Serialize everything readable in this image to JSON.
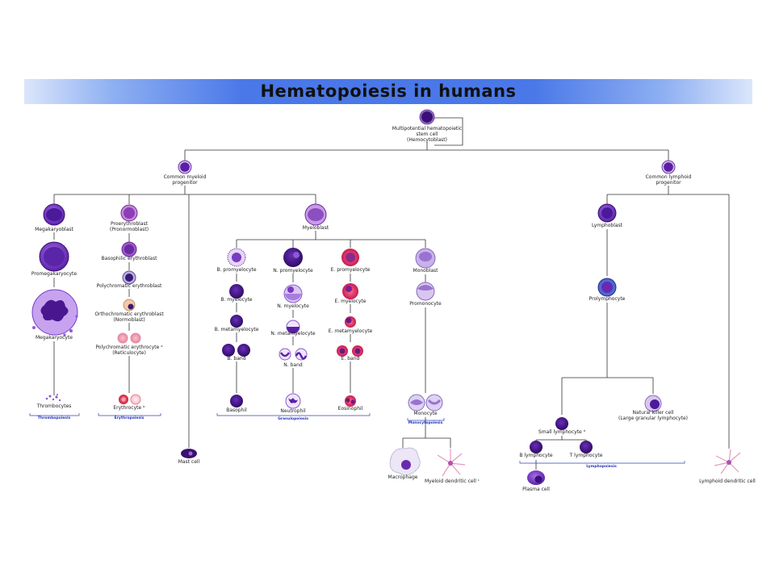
{
  "title": "Hematopoiesis in humans",
  "nodes": {
    "stem": [
      "Multipotential hematopoietic",
      "stem cell",
      "(Hemocytoblast)"
    ],
    "cmp": [
      "Common myeloid",
      "progenitor"
    ],
    "clp": [
      "Common lymphoid",
      "progenitor"
    ],
    "megakaryoblast": [
      "Megakaryoblast"
    ],
    "promegakaryocyte": [
      "Promegakaryocyte"
    ],
    "megakaryocyte": [
      "Megakaryocyte"
    ],
    "thrombocytes": [
      "Thrombocytes"
    ],
    "proerythroblast": [
      "Proerythroblast",
      "(Pronormoblast)"
    ],
    "basophilic_erythroblast": [
      "Basophilic erythroblast"
    ],
    "polychromatic_erythroblast": [
      "Polychromatic erythroblast"
    ],
    "orthochromatic_erythroblast": [
      "Orthochromatic erythroblast",
      "(Normoblast)"
    ],
    "reticulocyte": [
      "Polychromatic erythrocyte ᵃ",
      "(Reticulocyte)"
    ],
    "erythrocyte": [
      "Erythrocyte ᵇ"
    ],
    "mast_cell": [
      "Mast cell"
    ],
    "myeloblast": [
      "Myeloblast"
    ],
    "b_promyelocyte": [
      "B. promyelocyte"
    ],
    "b_myelocyte": [
      "B. myelocyte"
    ],
    "b_metamyelocyte": [
      "B. metamyelocyte"
    ],
    "b_band": [
      "B. band"
    ],
    "basophil": [
      "Basophil"
    ],
    "n_promyelocyte": [
      "N. promyelocyte"
    ],
    "n_myelocyte": [
      "N. myelocyte"
    ],
    "n_metamyelocyte": [
      "N. metamyelocyte"
    ],
    "n_band": [
      "N. band"
    ],
    "neutrophil": [
      "Neutrophil"
    ],
    "e_promyelocyte": [
      "E. promyelocyte"
    ],
    "e_myelocyte": [
      "E. myelocyte"
    ],
    "e_metamyelocyte": [
      "E. metamyelocyte"
    ],
    "e_band": [
      "E. band"
    ],
    "eosinophil": [
      "Eosinophil"
    ],
    "monoblast": [
      "Monoblast"
    ],
    "promonocyte": [
      "Promonocyte"
    ],
    "monocyte": [
      "Monocyte"
    ],
    "macrophage": [
      "Macrophage"
    ],
    "myeloid_dendritic": [
      "Myeloid dendritic cell ᶜ"
    ],
    "lymphoblast": [
      "Lymphoblast"
    ],
    "prolymphocyte": [
      "Prolymphocyte"
    ],
    "small_lymphocyte": [
      "Small lymphocyte ᵈ"
    ],
    "nk_cell": [
      "Natural killer cell",
      "(Large granular lymphocyte)"
    ],
    "b_lymphocyte": [
      "B lymphocyte"
    ],
    "t_lymphocyte": [
      "T lymphocyte"
    ],
    "plasma_cell": [
      "Plasma cell"
    ],
    "lymphoid_dendritic": [
      "Lymphoid dendritic cell"
    ]
  },
  "groups": {
    "thrombopoiesis": "Thrombopoiesis",
    "erythropoiesis": "Erythropoiesis",
    "granulopoiesis": "Granulopoiesis",
    "monocytopoiesis": "Monocytopoiesis",
    "lymphopoiesis": "Lymphopoiesis"
  },
  "colors": {
    "banner": "#4a78e8",
    "cell_dark": "#4a1a8a",
    "cell_mid": "#8a4fd0",
    "cell_light": "#c9a6ee",
    "erythro": "#e8506a",
    "eosin": "#e23c6e",
    "dendritic": "#f0b8d0"
  }
}
